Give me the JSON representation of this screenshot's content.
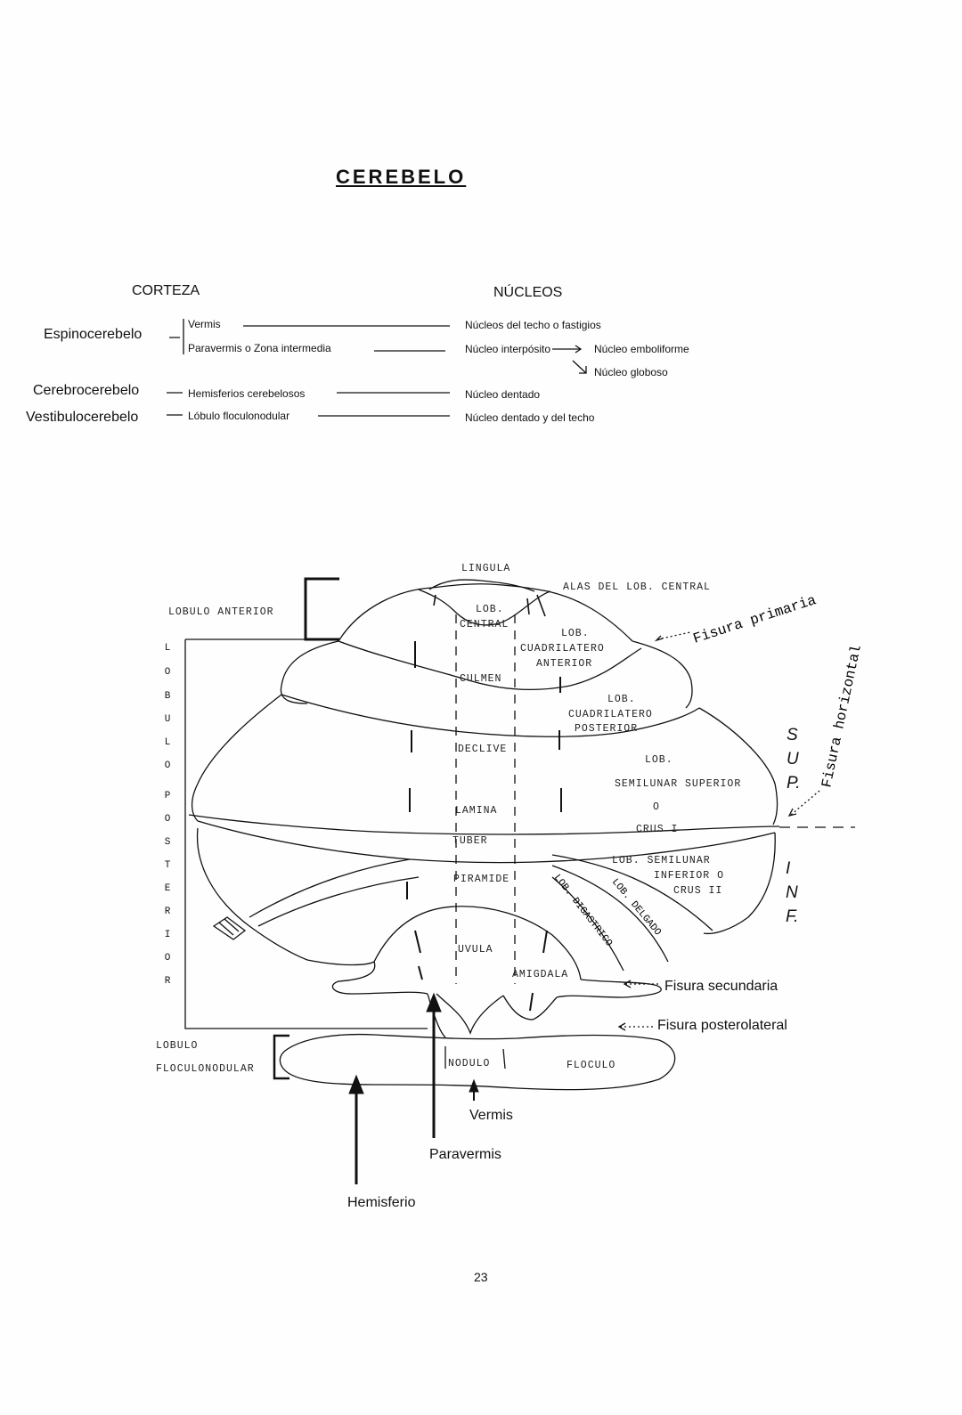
{
  "title": "CEREBELO",
  "table": {
    "header_corteza": "CORTEZA",
    "header_nucleos": "NÚCLEOS",
    "regions": {
      "espino": "Espinocerebelo",
      "cerebro": "Cerebrocerebelo",
      "vestibulo": "Vestibulocerebelo"
    },
    "cortex": {
      "vermis": "Vermis",
      "paravermis": "Paravermis o Zona intermedia",
      "hemisferios": "Hemisferios cerebelosos",
      "lobulo_floculo": "Lóbulo floculonodular"
    },
    "nuclei": {
      "techo": "Núcleos del techo o fastigios",
      "interposito": "Núcleo interpósito",
      "emboliforme": "Núcleo emboliforme",
      "globoso": "Núcleo globoso",
      "dentado": "Núcleo dentado",
      "dentado_techo": "Núcleo dentado y del techo"
    }
  },
  "diagram": {
    "lobulo_anterior": "LOBULO ANTERIOR",
    "lobulo_posterior_letters": [
      "L",
      "O",
      "B",
      "U",
      "L",
      "O",
      "P",
      "O",
      "S",
      "T",
      "E",
      "R",
      "I",
      "O",
      "R"
    ],
    "lobulo_floculonodular_1": "LOBULO",
    "lobulo_floculonodular_2": "FLOCULONODULAR",
    "lingula": "LINGULA",
    "alas": "ALAS DEL LOB. CENTRAL",
    "lob_central_1": "LOB.",
    "lob_central_2": "CENTRAL",
    "cuad_ant_1": "LOB.",
    "cuad_ant_2": "CUADRILATERO",
    "cuad_ant_3": "ANTERIOR",
    "culmen": "CULMEN",
    "cuad_post_1": "LOB.",
    "cuad_post_2": "CUADRILATERO",
    "cuad_post_3": "POSTERIOR",
    "declive": "DECLIVE",
    "semi_sup_1": "LOB.",
    "semi_sup_2": "SEMILUNAR SUPERIOR",
    "semi_sup_3": "O",
    "semi_sup_4": "CRUS I",
    "lamina": "LAMINA",
    "tuber": "TUBER",
    "semi_inf_1": "LOB. SEMILUNAR",
    "semi_inf_2": "INFERIOR O",
    "semi_inf_3": "CRUS II",
    "piramide": "PIRAMIDE",
    "digastrico": "LOB. DIGASTRICO",
    "delgado": "LOB. DELGADO",
    "uvula": "UVULA",
    "amigdala": "AMIGDALA",
    "nodulo": "NODULO",
    "floculo": "FLOCULO",
    "fisura_primaria": "Fisura primaria",
    "fisura_horizontal": "Fisura horizontal",
    "fisura_secundaria": "Fisura secundaria",
    "fisura_posterolateral": "Fisura posterolateral",
    "sup": [
      "S",
      "U",
      "P."
    ],
    "inf": [
      "I",
      "N",
      "F."
    ],
    "vermis": "Vermis",
    "paravermis": "Paravermis",
    "hemisferio": "Hemisferio"
  },
  "page_number": "23"
}
